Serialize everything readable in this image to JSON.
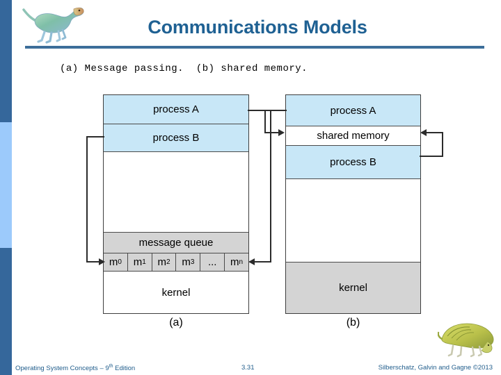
{
  "slide": {
    "title": "Communications Models",
    "subtitle": "(a) Message passing.  (b) shared memory.",
    "accent_color": "#1F6193",
    "rule_color": "#3C6E9A",
    "stripe_dark_color": "#35679B",
    "stripe_light_color": "#9CCAFB"
  },
  "logos": {
    "header_logo_name": "dinosaur-logo",
    "footer_logo_name": "dimetrodon-logo"
  },
  "figure": {
    "diagram_a": {
      "caption": "(a)",
      "bands": [
        {
          "label": "process A",
          "fill": "blue"
        },
        {
          "label": "process B",
          "fill": "blue"
        },
        {
          "label": "",
          "fill": "white"
        },
        {
          "label": "message queue",
          "fill": "grey"
        },
        {
          "label": "kernel",
          "fill": "white"
        }
      ],
      "message_queue": {
        "cells": [
          "m0",
          "m1",
          "m2",
          "m3",
          "...",
          "mn"
        ],
        "cell_labels": [
          {
            "base": "m",
            "sub": "0"
          },
          {
            "base": "m",
            "sub": "1"
          },
          {
            "base": "m",
            "sub": "2"
          },
          {
            "base": "m",
            "sub": "3"
          },
          {
            "base": "...",
            "sub": ""
          },
          {
            "base": "m",
            "sub": "n"
          }
        ]
      },
      "arrows": [
        {
          "name": "process-b-to-m0",
          "from": "process B",
          "to": "m0",
          "direction": "right"
        },
        {
          "name": "process-a-to-mn",
          "from": "process A",
          "to": "mn",
          "direction": "left"
        }
      ]
    },
    "diagram_b": {
      "caption": "(b)",
      "bands": [
        {
          "label": "process A",
          "fill": "blue"
        },
        {
          "label": "shared memory",
          "fill": "white"
        },
        {
          "label": "process B",
          "fill": "blue"
        },
        {
          "label": "",
          "fill": "white"
        },
        {
          "label": "kernel",
          "fill": "grey"
        }
      ],
      "arrows": [
        {
          "name": "process-a-to-shared-memory",
          "from": "process A",
          "to": "shared memory",
          "direction": "right"
        },
        {
          "name": "process-b-to-shared-memory",
          "from": "process B",
          "to": "shared memory",
          "direction": "left"
        }
      ]
    },
    "colors": {
      "band_blue": "#C8E7F7",
      "band_grey": "#D4D4D4",
      "band_white": "#FFFFFF",
      "border": "#3D3D3D"
    }
  },
  "footer": {
    "left_prefix": "Operating System Concepts – 9",
    "left_sup": "th",
    "left_suffix": " Edition",
    "page_number": "3.31",
    "right": "Silberschatz, Galvin and Gagne ©2013"
  }
}
